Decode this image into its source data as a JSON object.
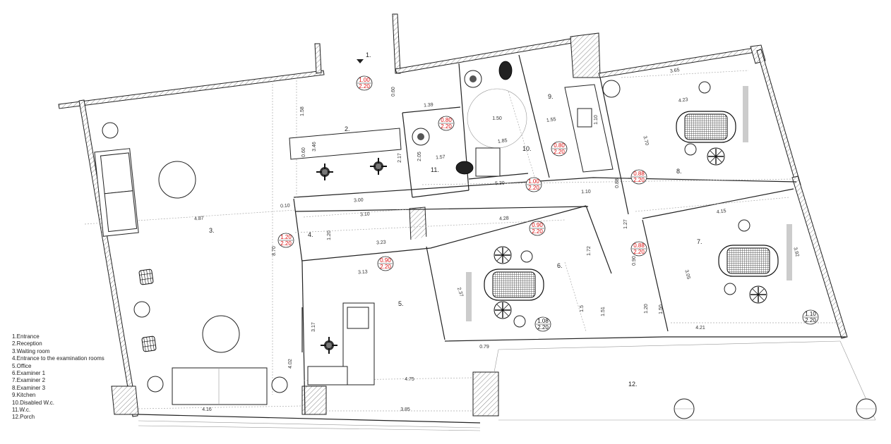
{
  "legend": [
    "1.Entrance",
    "2.Reception",
    "3.Waiting room",
    "4.Entrance to the examination rooms",
    "5.Office",
    "6.Examiner 1",
    "7.Examiner 2",
    "8.Examiner 3",
    "9.Kitchen",
    "10.Disabled W.c.",
    "11.W.c.",
    "12.Porch"
  ],
  "rooms": {
    "r1": "1.",
    "r2": "2.",
    "r3": "3.",
    "r4": "4.",
    "r5": "5.",
    "r6": "6.",
    "r7": "7.",
    "r8": "8.",
    "r9": "9.",
    "r10": "10.",
    "r11": "11.",
    "r12": "12."
  },
  "door_tags": [
    {
      "w": "1.00",
      "h": "2.20",
      "color": "#d11"
    },
    {
      "w": "0.80",
      "h": "2.20",
      "color": "#d11"
    },
    {
      "w": "0.80",
      "h": "2.20",
      "color": "#d11"
    },
    {
      "w": "1.00",
      "h": "2.20",
      "color": "#d11"
    },
    {
      "w": "0.88",
      "h": "2.20",
      "color": "#d11"
    },
    {
      "w": "1.20",
      "h": "2.20",
      "color": "#d11"
    },
    {
      "w": "0.90",
      "h": "2.20",
      "color": "#d11"
    },
    {
      "w": "0.88",
      "h": "2.20",
      "color": "#d11"
    },
    {
      "w": "0.90",
      "h": "2.20",
      "color": "#d11"
    },
    {
      "w": "1.08",
      "h": "2.20",
      "color": "#111"
    },
    {
      "w": "1.10",
      "h": "2.20",
      "color": "#111"
    }
  ],
  "dimensions": [
    "4.87",
    "3.00",
    "3.10",
    "3.23",
    "4.28",
    "5.30",
    "1.10",
    "0.10",
    "1.39",
    "1.57",
    "1.50",
    "1.85",
    "1.55",
    "3.65",
    "3.70",
    "4.23",
    "4.15",
    "4.21",
    "3.05",
    "4.75",
    "3.85",
    "4.16",
    "4.02",
    "8.70",
    "3.13",
    "2.37",
    "1.20",
    "1.72",
    "1.51",
    "1.27",
    "0.79",
    "3.17",
    "0.60",
    "3.46",
    "2.17",
    "2.05",
    "1.58",
    "0.60",
    "0.88",
    "0.90",
    "1.20",
    "1.50",
    "3.92",
    "1.10",
    "1.5"
  ],
  "colors": {
    "line": "#222222",
    "red_tag": "#d11111",
    "hatch": "#888888"
  }
}
